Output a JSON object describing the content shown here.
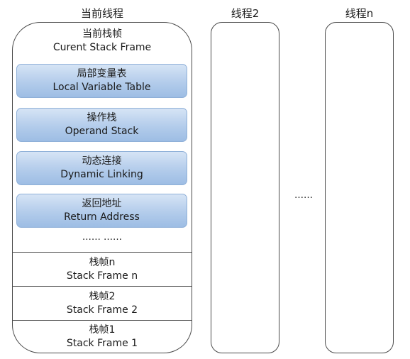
{
  "columns": {
    "current": "当前线程",
    "thread2": "线程2",
    "threadn": "线程n"
  },
  "current_frame": {
    "zh": "当前栈帧",
    "en": "Curent Stack Frame"
  },
  "frame_parts": [
    {
      "zh": "局部变量表",
      "en": "Local Variable Table"
    },
    {
      "zh": "操作栈",
      "en": "Operand Stack"
    },
    {
      "zh": "动态连接",
      "en": "Dynamic Linking"
    },
    {
      "zh": "返回地址",
      "en": "Return Address"
    }
  ],
  "inner_ellipsis": "…… ……",
  "stack_frames": [
    {
      "zh": "栈帧n",
      "en": "Stack Frame n"
    },
    {
      "zh": "栈帧2",
      "en": "Stack Frame 2"
    },
    {
      "zh": "栈帧1",
      "en": "Stack Frame 1"
    }
  ],
  "between_threads": "……",
  "colors": {
    "part_fill_top": "#d6e4f5",
    "part_fill_bottom": "#9dbde4",
    "border": "#4a4a4a"
  }
}
